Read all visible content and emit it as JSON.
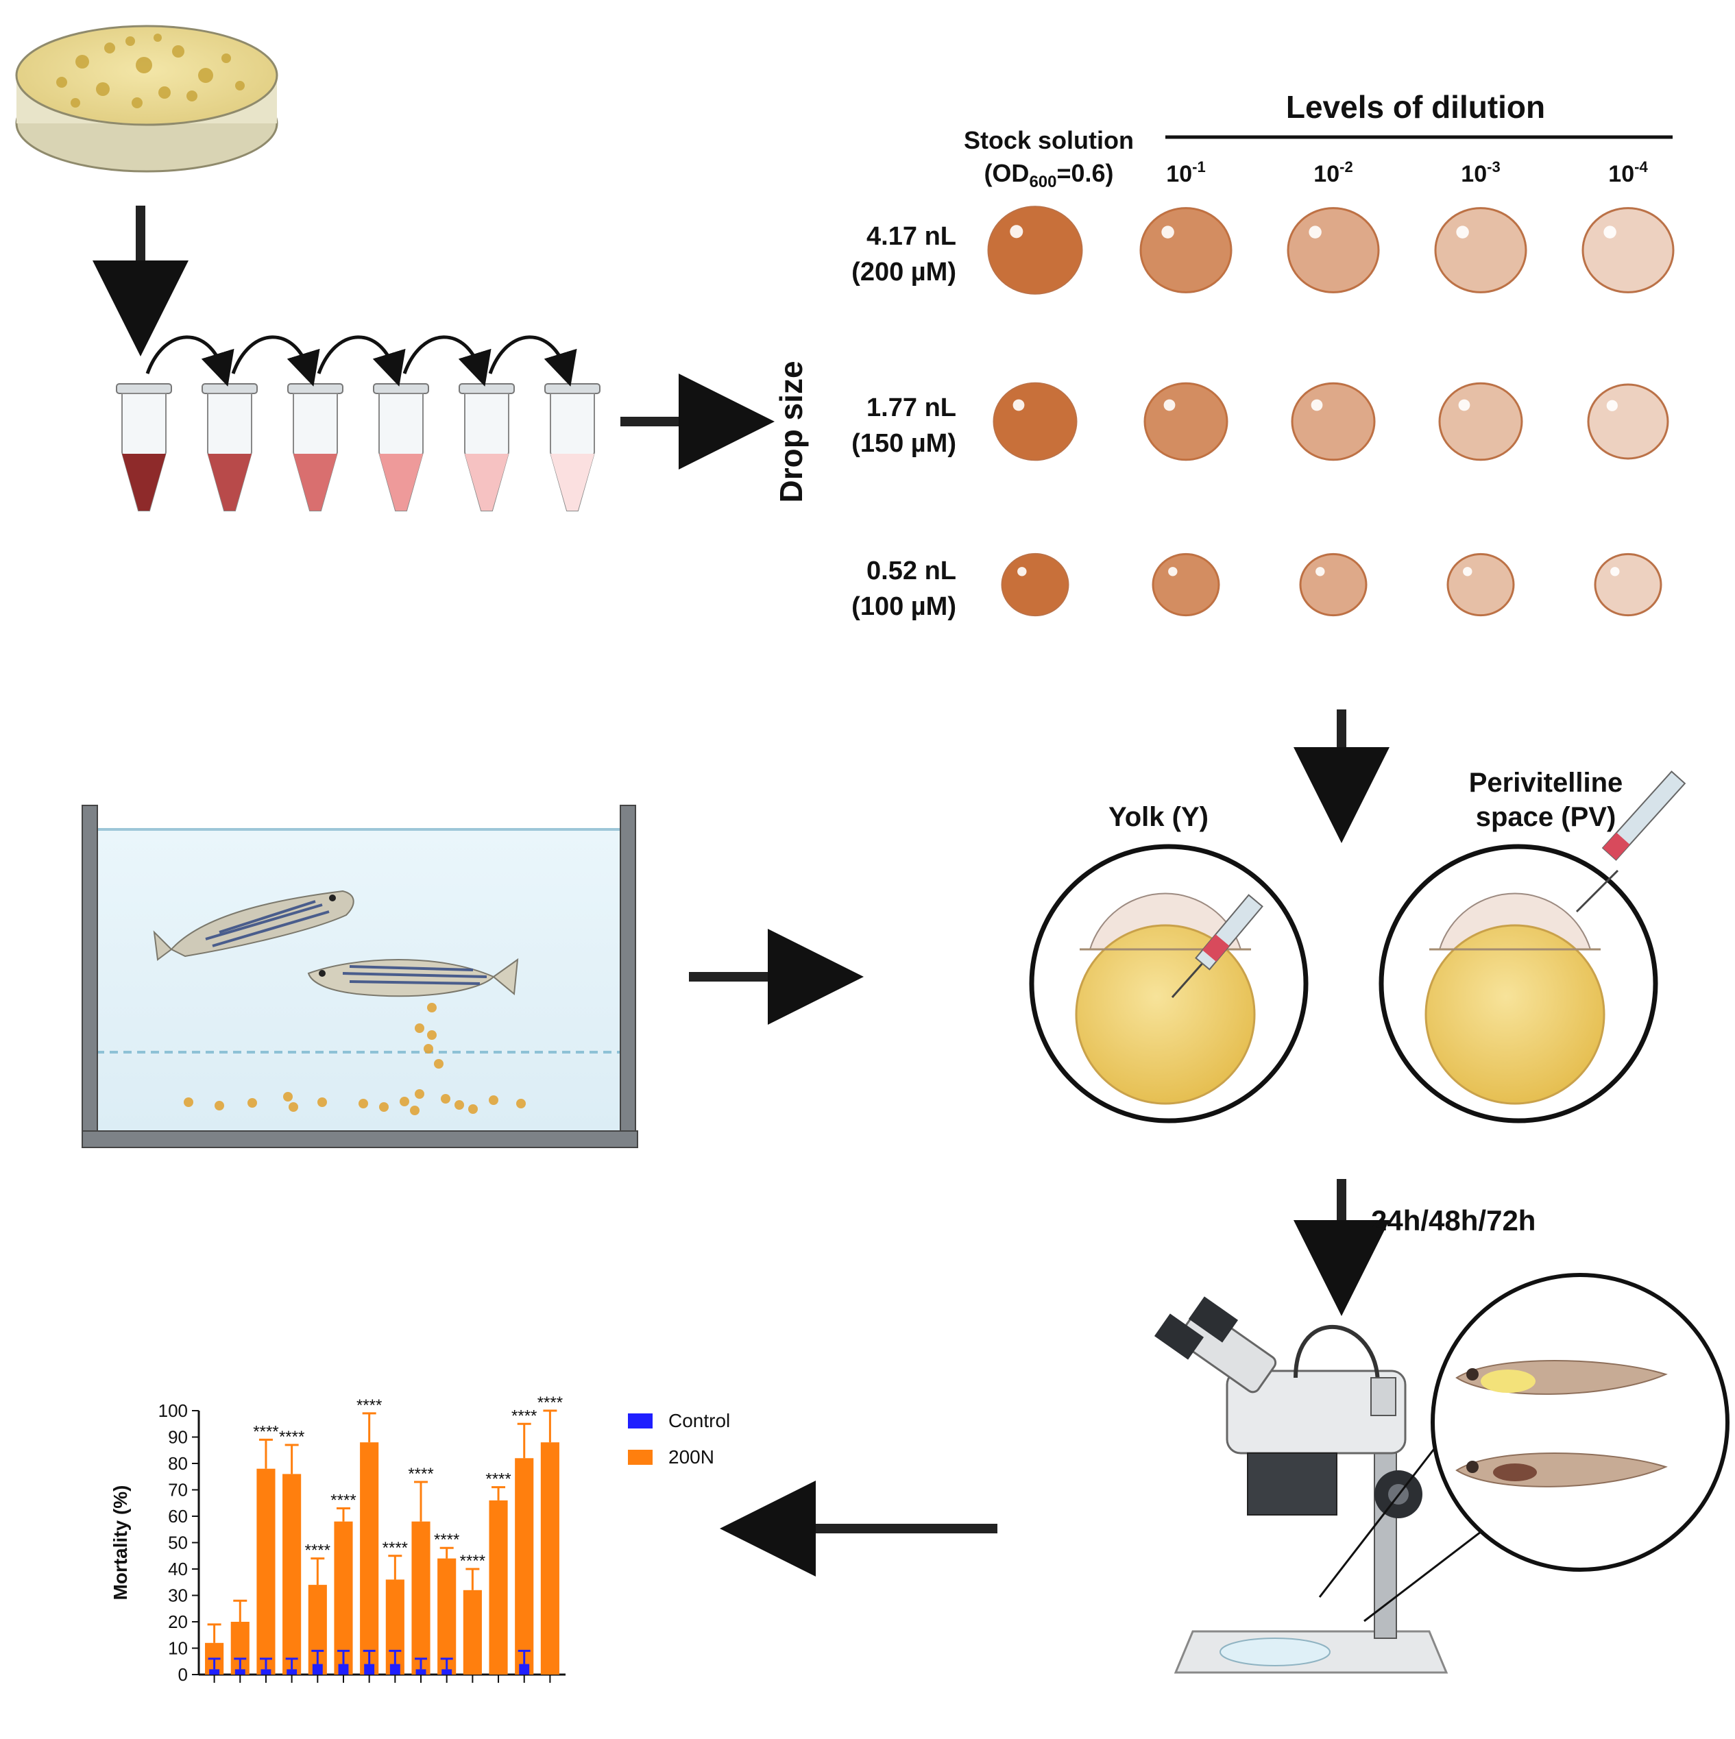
{
  "dilution": {
    "stock_label_line1": "Stock solution",
    "stock_label_line2_prefix": "(OD",
    "stock_label_line2_sub": "600",
    "stock_label_line2_suffix": "=0.6)",
    "levels_title": "Levels of dilution",
    "levels": [
      {
        "base": "10",
        "exp": "-1"
      },
      {
        "base": "10",
        "exp": "-2"
      },
      {
        "base": "10",
        "exp": "-3"
      },
      {
        "base": "10",
        "exp": "-4"
      }
    ],
    "axis_title": "Drop size",
    "drop_rows": [
      {
        "volume": "4.17 nL",
        "conc": "(200 µM)"
      },
      {
        "volume": "1.77 nL",
        "conc": "(150 µM)"
      },
      {
        "volume": "0.52 nL",
        "conc": "(100 µM)"
      }
    ]
  },
  "injection": {
    "yolk_label": "Yolk (Y)",
    "pv_label_line1": "Perivitelline",
    "pv_label_line2": "space (PV)"
  },
  "incubation_label": "24h/48h/72h",
  "colors": {
    "arrow": "#222222",
    "control": "#1f1fff",
    "treated": "#ff7f0e",
    "yolk": "#f1d06a",
    "water": "#e8f4f9",
    "drop": "#c8703a"
  },
  "chart_data": {
    "type": "bar",
    "ylabel": "Mortality  (%)",
    "ylim": [
      0,
      100
    ],
    "yticks": [
      0,
      10,
      20,
      30,
      40,
      50,
      60,
      70,
      80,
      90,
      100
    ],
    "series": [
      {
        "name": "Control",
        "values": [
          2,
          2,
          2,
          2,
          4,
          4,
          4,
          4,
          2,
          2,
          0,
          0,
          4
        ],
        "errors": [
          4,
          4,
          4,
          4,
          5,
          5,
          5,
          5,
          4,
          4,
          0,
          0,
          5
        ]
      },
      {
        "name": "200N",
        "values": [
          12,
          20,
          78,
          76,
          34,
          58,
          88,
          36,
          58,
          44,
          32,
          66,
          82,
          88
        ],
        "errors": [
          7,
          8,
          11,
          11,
          10,
          5,
          11,
          9,
          15,
          4,
          8,
          5,
          13,
          12
        ]
      }
    ],
    "significance": [
      "",
      "",
      "****",
      "****",
      "****",
      "****",
      "****",
      "****",
      "****",
      "****",
      "****",
      "****",
      "****",
      "****"
    ],
    "legend_position": "top-right"
  }
}
